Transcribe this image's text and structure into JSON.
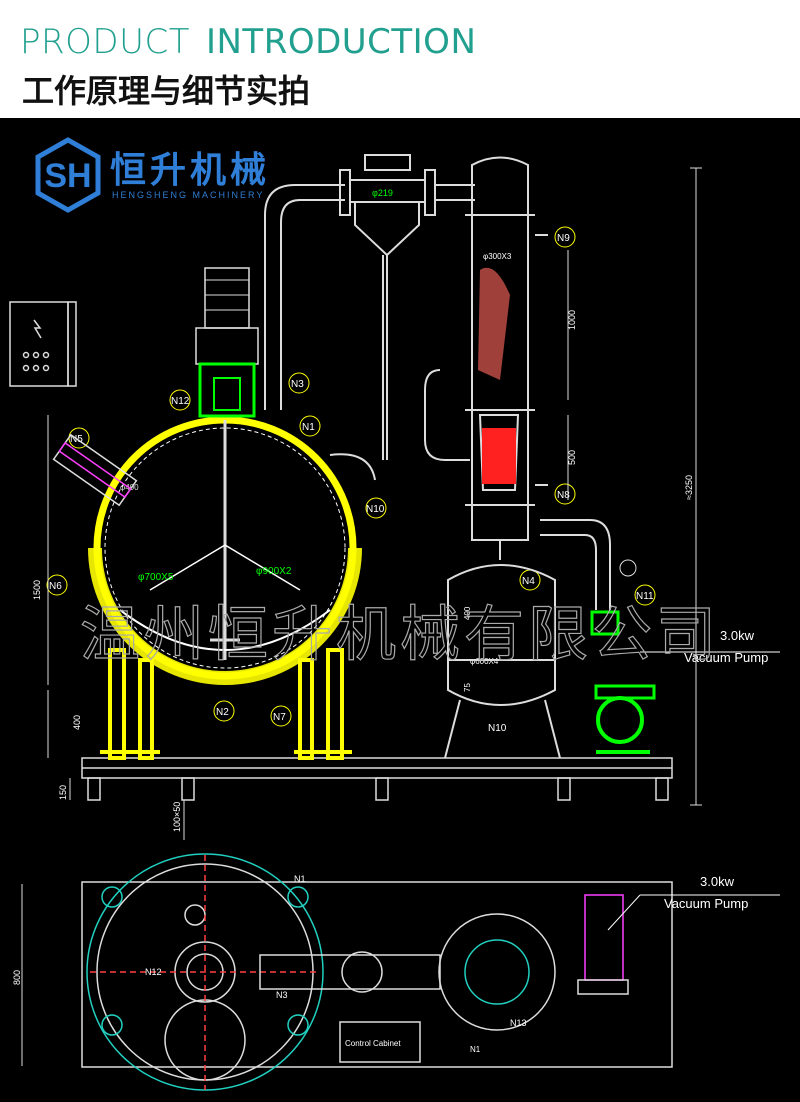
{
  "header": {
    "title_light": "PRODUCT",
    "title_bold": "INTRODUCTION",
    "subtitle": "工作原理与细节实拍"
  },
  "logo": {
    "letters": "SH",
    "name_cn": "恒升机械",
    "name_en": "HENGSHENG MACHINERY"
  },
  "watermark": "温州恒升机械有限公司",
  "labels": {
    "n1": "N1",
    "n2": "N2",
    "n3": "N3",
    "n4": "N4",
    "n5": "N5",
    "n6": "N6",
    "n7": "N7",
    "n8": "N8",
    "n9": "N9",
    "n10": "N10",
    "n10b": "N10",
    "n11": "N11",
    "n12": "N12",
    "n13": "N13",
    "n1_plan": "N1",
    "n3_plan": "N3",
    "n12_plan": "N12",
    "n1_small": "N1"
  },
  "dims": {
    "d219": "φ219",
    "d300x3": "φ300X3",
    "d1000": "1000",
    "d500": "500",
    "d3250": "≈3250",
    "d1500": "1500",
    "d400": "400",
    "d150": "150",
    "d100x50": "100×50",
    "d700x5": "φ700X5",
    "d900x2": "φ900X2",
    "d600x4": "φ600X4",
    "d400b": "400",
    "d75": "75",
    "d800": "800",
    "d400c": "φ400"
  },
  "pump": {
    "power": "3.0kw",
    "name": "Vacuum Pump",
    "power_plan": "3.0kw",
    "name_plan": "Vacuum Pump"
  },
  "plan": {
    "control_cabinet": "Control Cabinet"
  },
  "colors": {
    "teal": "#21a08f",
    "yellow": "#ffff00",
    "green": "#00ff00",
    "red": "#ff2020",
    "white": "#ffffff"
  }
}
